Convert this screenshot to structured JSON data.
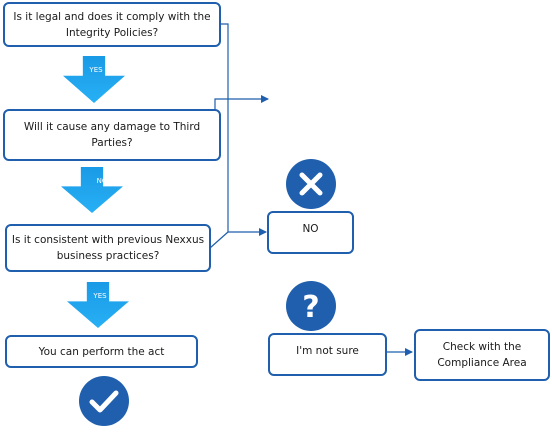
{
  "question1": "Is it legal and does it comply with the Integrity Policies?",
  "question2": "Will it cause any damage to Third Parties?",
  "question3": "Is it consistent with previous Nexxus business practices?",
  "result_ok": "You can perform the act",
  "label_yes_1": "YES",
  "label_no": "NO",
  "label_yes_2": "YES",
  "no_box": "NO",
  "not_sure_box": "I'm not sure",
  "compliance_box": "Check with the Compliance Area",
  "icons": {
    "reject": "x-circle-icon",
    "unsure": "question-circle-icon",
    "approve": "check-circle-icon"
  },
  "colors": {
    "box_border": "#1f5fad",
    "flow_arrow": "#1a9ae6",
    "icon_fill": "#1f5fad",
    "connector": "#1f5fad"
  }
}
